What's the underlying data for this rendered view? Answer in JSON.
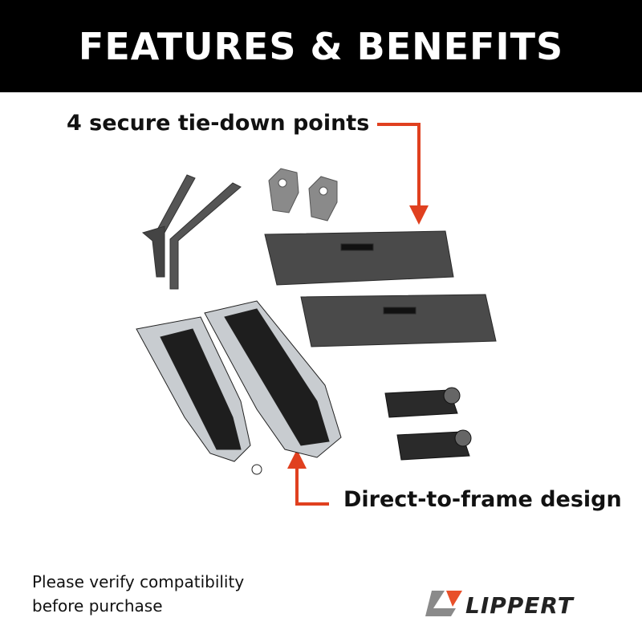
{
  "header": {
    "title": "FEATURES & BENEFITS"
  },
  "callouts": {
    "tie_down": "4 secure tie-down points",
    "frame": "Direct-to-frame design"
  },
  "note": {
    "line1": "Please verify compatibility",
    "line2": "before purchase"
  },
  "logo": {
    "brand": "LIPPERT"
  },
  "colors": {
    "header_bg": "#000000",
    "arrow": "#e0401f",
    "logo_orange": "#e8502a",
    "logo_gray": "#8a8a8a",
    "part_metal": "#4a4a4a"
  }
}
